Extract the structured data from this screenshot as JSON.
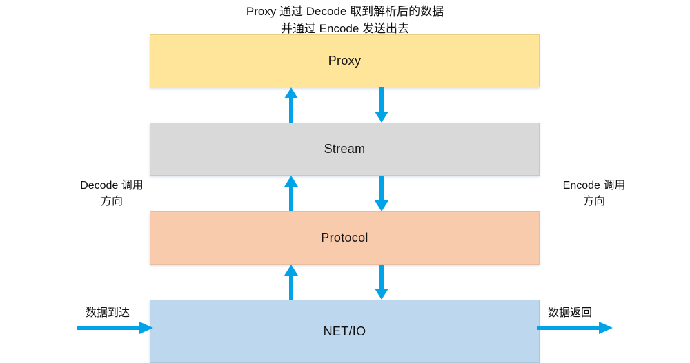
{
  "diagram": {
    "title_caption": "Proxy 通过 Decode 取到解析后的数据\n并通过 Encode 发送出去",
    "accent_arrow_color": "#00A2E8",
    "layers": [
      {
        "id": "proxy",
        "label": "Proxy",
        "fill": "#FFE599"
      },
      {
        "id": "stream",
        "label": "Stream",
        "fill": "#D9D9D9"
      },
      {
        "id": "protocol",
        "label": "Protocol",
        "fill": "#F8CBAD"
      },
      {
        "id": "netio",
        "label": "NET/IO",
        "fill": "#BDD7EE"
      }
    ],
    "side_labels": {
      "left": "Decode 调用\n方向",
      "right": "Encode 调用\n方向"
    },
    "end_labels": {
      "inbound": "数据到达",
      "outbound": "数据返回"
    },
    "flow_arrows": [
      {
        "name": "proxy-stream-up",
        "direction": "up",
        "from": "stream",
        "to": "proxy"
      },
      {
        "name": "proxy-stream-down",
        "direction": "down",
        "from": "proxy",
        "to": "stream"
      },
      {
        "name": "stream-protocol-up",
        "direction": "up",
        "from": "protocol",
        "to": "stream"
      },
      {
        "name": "stream-protocol-down",
        "direction": "down",
        "from": "stream",
        "to": "protocol"
      },
      {
        "name": "protocol-netio-up",
        "direction": "up",
        "from": "netio",
        "to": "protocol"
      },
      {
        "name": "protocol-netio-down",
        "direction": "down",
        "from": "protocol",
        "to": "netio"
      },
      {
        "name": "data-inbound",
        "direction": "right",
        "from": "outside",
        "to": "netio"
      },
      {
        "name": "data-outbound",
        "direction": "right",
        "from": "netio",
        "to": "outside"
      }
    ]
  }
}
